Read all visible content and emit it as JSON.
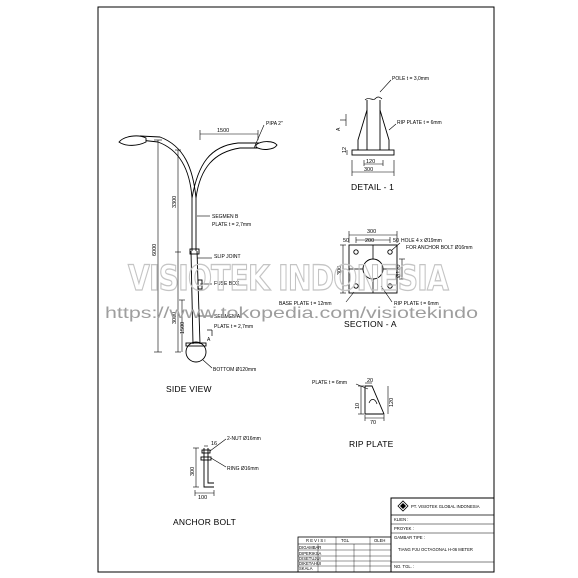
{
  "watermark": {
    "brand": "VISIOTEK INDONESIA",
    "url": "https://www.tokopedia.com/visiotekindo"
  },
  "side_view": {
    "title": "SIDE VIEW",
    "dim_arms_width": "1500",
    "pipe_label": "PIPA 2\"",
    "dim_upper": "3300",
    "segment_b": "SEGMEN B",
    "segment_b_plate": "PLATE t = 2,7mm",
    "dim_total": "6000",
    "slip_joint": "SLIP JOINT",
    "fuse_box": "FUSE BOX",
    "dim_lower": "3000",
    "dim_base": "1500",
    "segment_a": "SEGMEN A",
    "segment_a_plate": "PLATE t = 2,7mm",
    "bottom": "BOTTOM Ø120mm",
    "marker_a": "A"
  },
  "detail_1": {
    "title": "DETAIL - 1",
    "pole": "POLE t = 3,0mm",
    "rip_plate": "RIP PLATE t = 6mm",
    "dim_height": "12",
    "dim_inner": "120",
    "dim_outer": "300",
    "marker_a": "A"
  },
  "section_a": {
    "title": "SECTION - A",
    "dim_300": "300",
    "dim_50": "50",
    "dim_200": "200",
    "dim_50b": "50",
    "hole": "HOLE 4 x Ø19mm",
    "anchor": "FOR ANCHOR BOLT Ø16mm",
    "dim_side": "300",
    "dim_120": "Ø120",
    "base_plate": "BASE PLATE t = 12mm",
    "rip_plate": "RIP PLATE t = 6mm"
  },
  "rip_plate": {
    "title": "RIP PLATE",
    "plate": "PLATE t = 6mm",
    "dim_20": "20",
    "dim_120": "120",
    "dim_10": "10",
    "dim_70": "70"
  },
  "anchor_bolt": {
    "title": "ANCHOR BOLT",
    "dim_16": "16",
    "nut": "2-NUT Ø16mm",
    "ring": "RING Ø16mm",
    "dim_300": "300",
    "dim_100": "100"
  },
  "title_block": {
    "company": "PT. VISIOTEK GLOBAL INDONESIA",
    "row_client": "KLIEN :",
    "row_project": "PROYEK :",
    "row_drawing": "GAMBAR TIPE :",
    "drawing_name": "TIANG PJU OCTAGONAL H-06 METER",
    "row_no": "NO. TGL. :",
    "rev_header": "R E V I S I",
    "col_tgl": "TGL",
    "col_oleh": "OLEH",
    "row_1": "DIGAMBAR",
    "row_2": "DIPERIKSA",
    "row_3": "DISETUJUI",
    "row_4": "DIKETAHUI",
    "row_5": "SKALA"
  }
}
